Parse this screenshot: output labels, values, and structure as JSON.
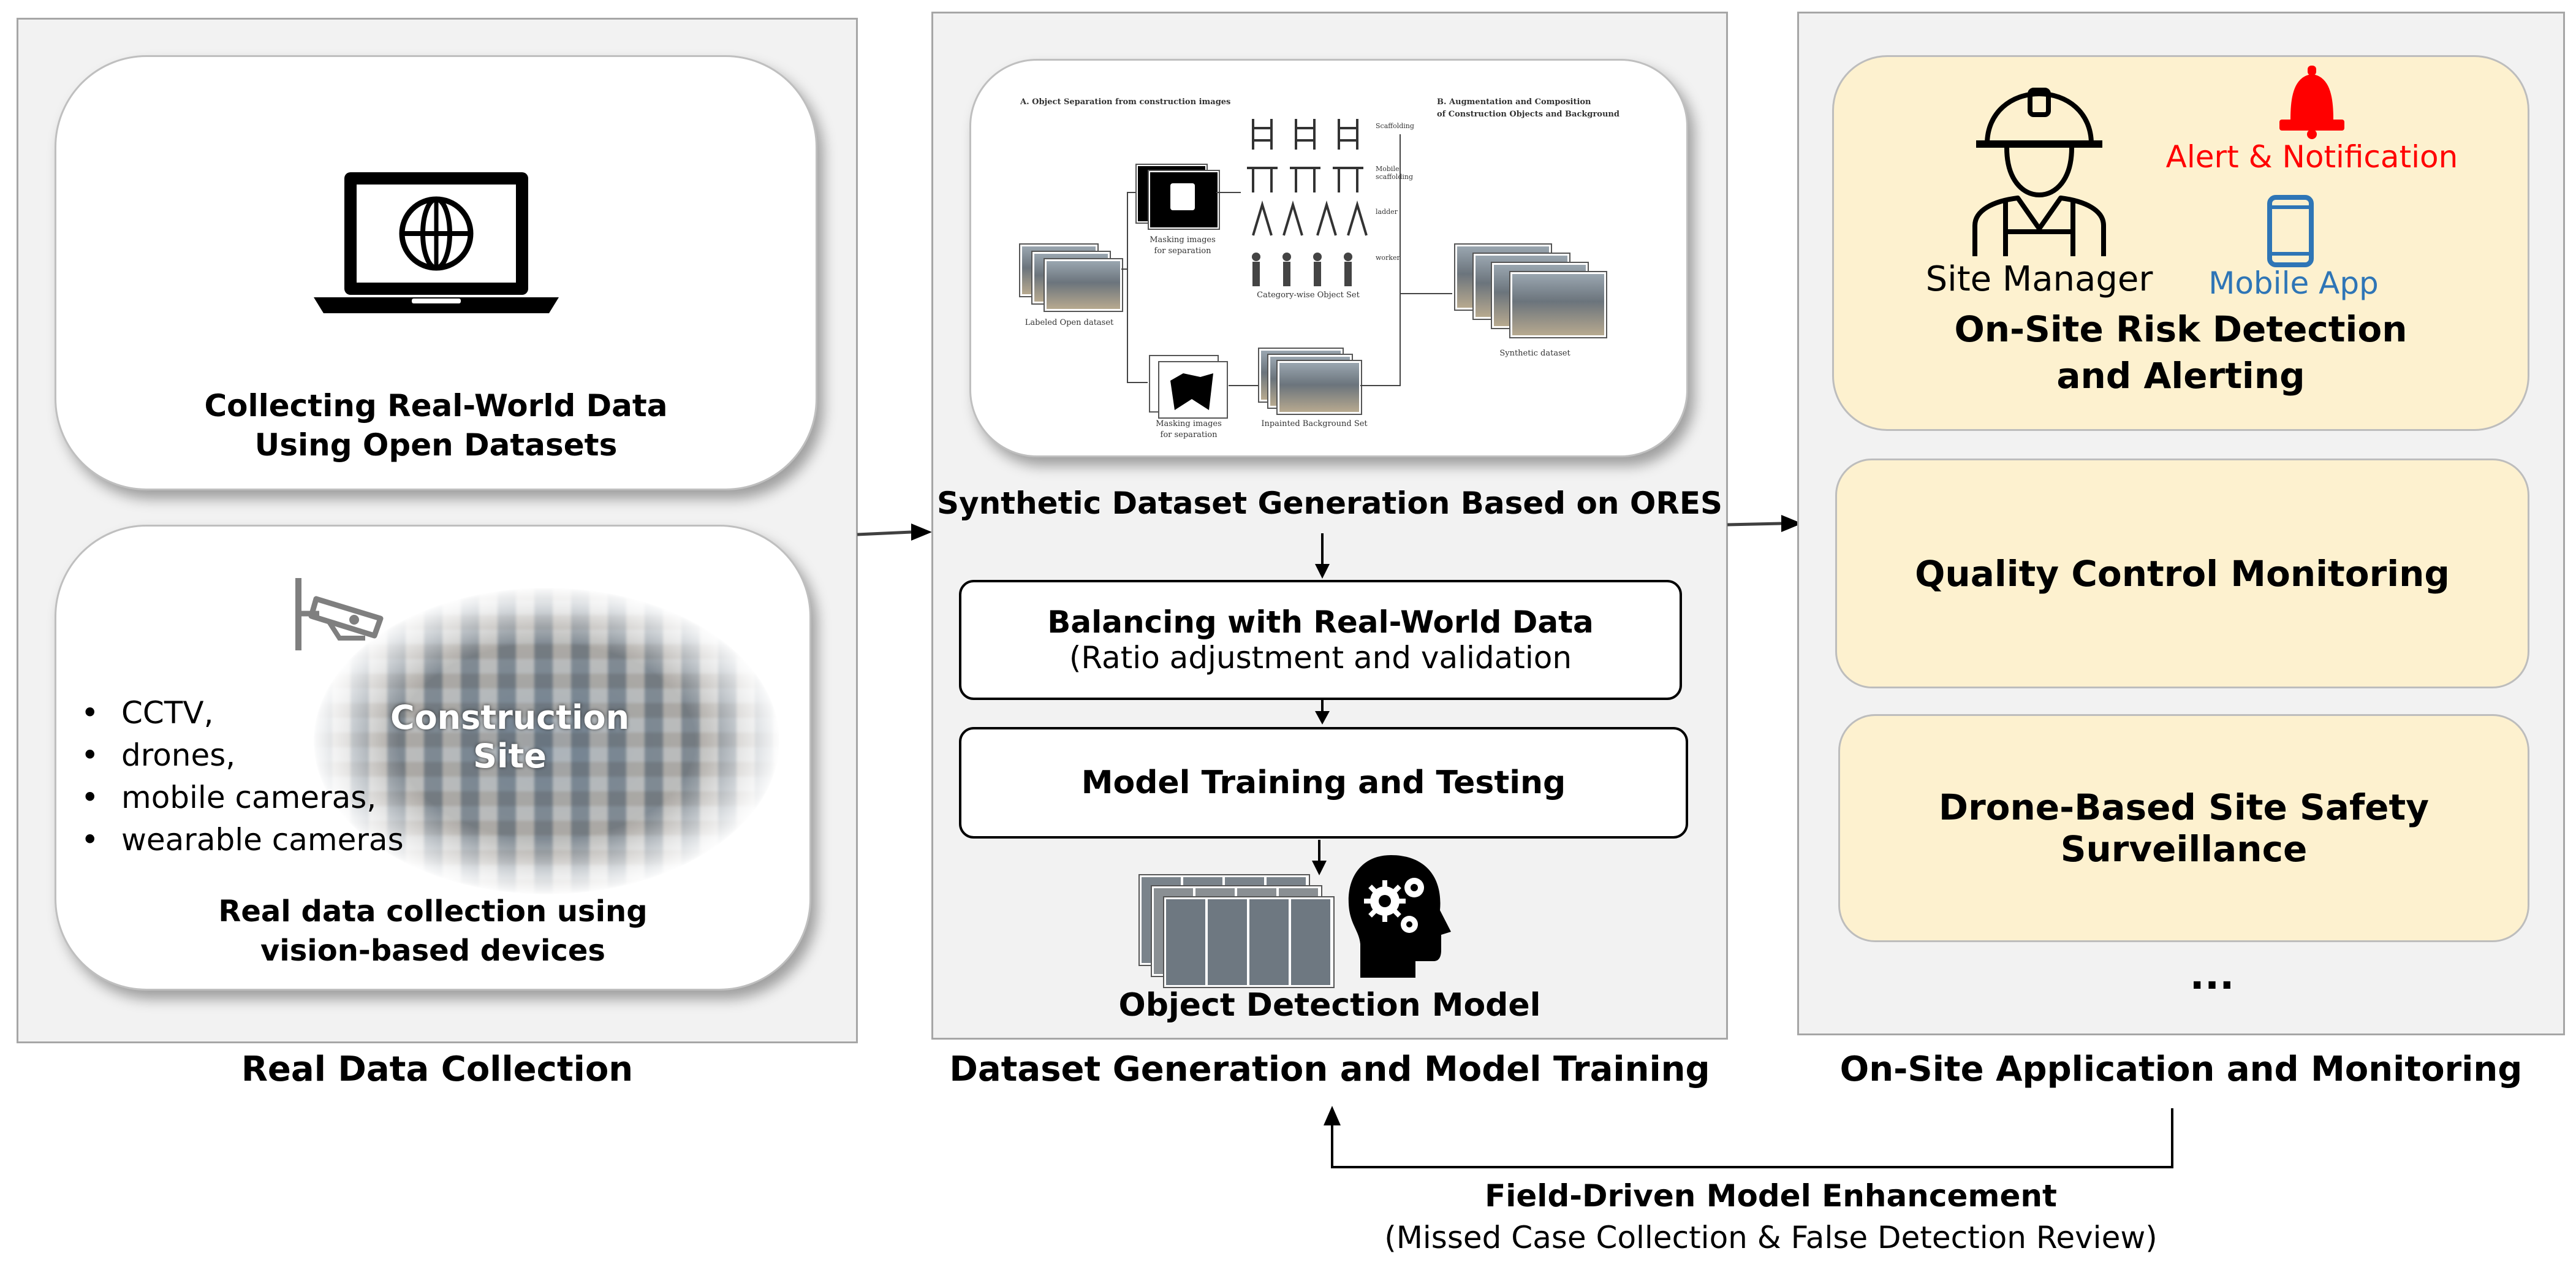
{
  "panels": {
    "real": {
      "caption": "Real Data Collection",
      "card1": {
        "line1": "Collecting Real-World Data",
        "line2": "Using Open Datasets"
      },
      "card2": {
        "site_label": "Construction Site",
        "bullets": [
          "CCTV,",
          "drones,",
          "mobile cameras,",
          "wearable cameras"
        ],
        "line1": "Real data collection using",
        "line2": "vision-based devices"
      }
    },
    "dataset": {
      "caption": "Dataset Generation and Model Training",
      "figure": {
        "section_a": "A.  Object Separation from construction images",
        "section_b": "B.  Augmentation and Composition",
        "section_b2": "of Construction Objects and Background",
        "labeled": "Labeled Open dataset",
        "masking1a": "Masking images",
        "masking1b": "for separation",
        "masking2a": "Masking images",
        "masking2b": "for separation",
        "objset": "Category-wise Object Set",
        "bgset": "Inpainted Background Set",
        "synthetic": "Synthetic dataset",
        "cats": [
          "Scaffolding",
          "Mobile scaffolding",
          "ladder",
          "worker"
        ]
      },
      "synthetic_title": "Synthetic Dataset Generation Based on ORES",
      "balancing": {
        "line1": "Balancing with Real-World Data",
        "line2": "(Ratio adjustment and validation"
      },
      "training": "Model Training and Testing",
      "model": "Object Detection Model"
    },
    "onsite": {
      "caption": "On-Site Application and Monitoring",
      "box1": {
        "site_manager": "Site Manager",
        "alert": "Alert & Notification",
        "mobile": "Mobile App",
        "line1": "On-Site Risk Detection",
        "line2": "and Alerting"
      },
      "box2": "Quality Control Monitoring",
      "box3": {
        "line1": "Drone-Based Site Safety",
        "line2": "Surveillance"
      },
      "ellipsis": "..."
    }
  },
  "feedback": {
    "title": "Field-Driven Model Enhancement",
    "subtitle": "(Missed Case Collection & False Detection Review)"
  },
  "colors": {
    "panel_bg": "#f2f2f2",
    "panel_border": "#a6a6a6",
    "app_box": "#fdf1cf",
    "alert": "#ff0000",
    "mobile": "#2e75b6"
  },
  "icons": [
    "laptop-globe-icon",
    "cctv-camera-icon",
    "site-manager-icon",
    "alarm-bell-icon",
    "smartphone-icon",
    "ai-head-gears-icon"
  ]
}
